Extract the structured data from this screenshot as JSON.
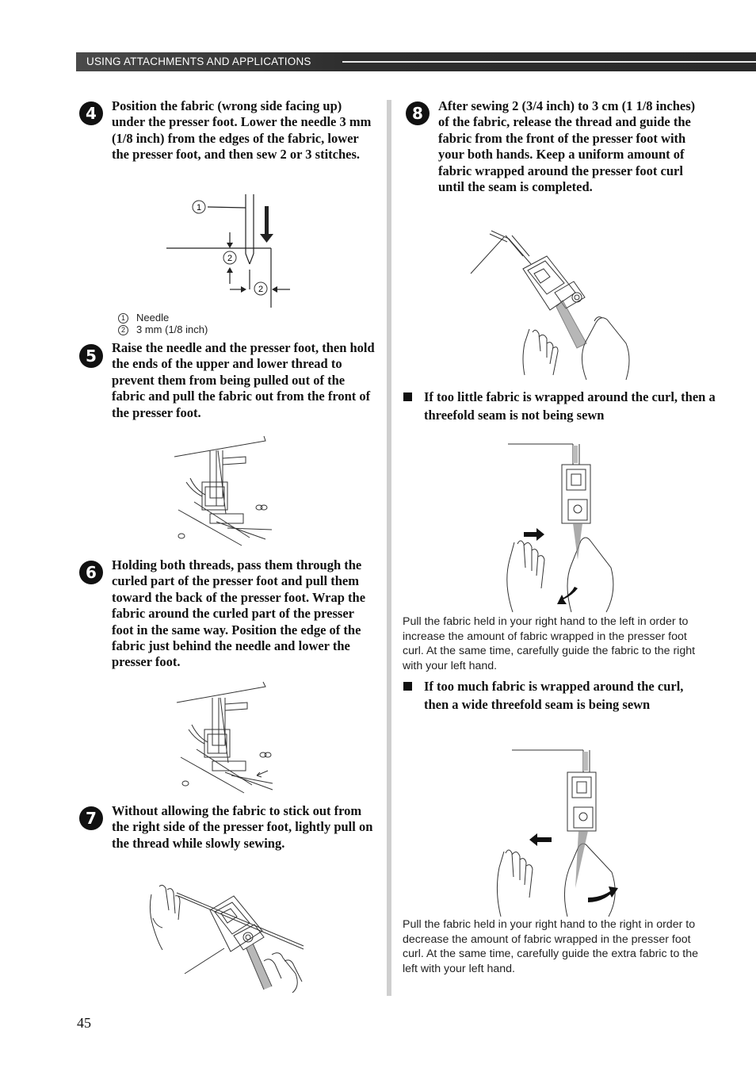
{
  "header": {
    "section_title": "USING ATTACHMENTS AND APPLICATIONS"
  },
  "steps": [
    {
      "number": "4",
      "text": "Position the fabric (wrong side facing up) under the presser foot. Lower the needle 3 mm (1/8 inch) from the edges of the fabric, lower the presser foot, and then sew 2 or 3 stitches."
    },
    {
      "number": "5",
      "text": "Raise the needle and the presser foot, then hold the ends of the upper and lower thread to prevent them from being pulled out of the fabric and pull the fabric out from the front of the presser foot."
    },
    {
      "number": "6",
      "text": "Holding both threads, pass them through the curled part of the presser foot and pull them toward the back of the presser foot. Wrap the fabric around the curled part of the presser foot in the same way. Position the edge of the fabric just behind the needle and lower the presser foot."
    },
    {
      "number": "7",
      "text": "Without allowing the fabric to stick out from the right side of the presser foot, lightly pull on the thread while slowly sewing."
    },
    {
      "number": "8",
      "text": "After sewing 2 (3/4 inch) to 3 cm (1 1/8 inches) of the fabric, release the thread and guide the fabric from the front of the presser foot with your both hands. Keep a uniform amount of fabric wrapped around the presser foot curl until the seam is completed."
    }
  ],
  "diagram": {
    "callouts": [
      "1",
      "2",
      "2"
    ],
    "legend": [
      {
        "num": "1",
        "label": "Needle"
      },
      {
        "num": "2",
        "label": "3 mm (1/8 inch)"
      }
    ]
  },
  "tips": [
    {
      "heading": "If too little fabric is wrapped around the curl, then a threefold seam is not being sewn",
      "caption": "Pull the fabric held in your right hand to the left in order to increase the amount of fabric wrapped in the presser foot curl. At the same time, carefully guide the fabric to the right with your left hand."
    },
    {
      "heading": "If too much fabric is wrapped around the curl, then a wide threefold seam is being sewn",
      "caption": "Pull the fabric held in your right hand to the right in order to decrease the amount of fabric wrapped in the presser foot curl. At the same time, carefully guide the extra fabric to the left with your left hand."
    }
  ],
  "page_number": "45"
}
